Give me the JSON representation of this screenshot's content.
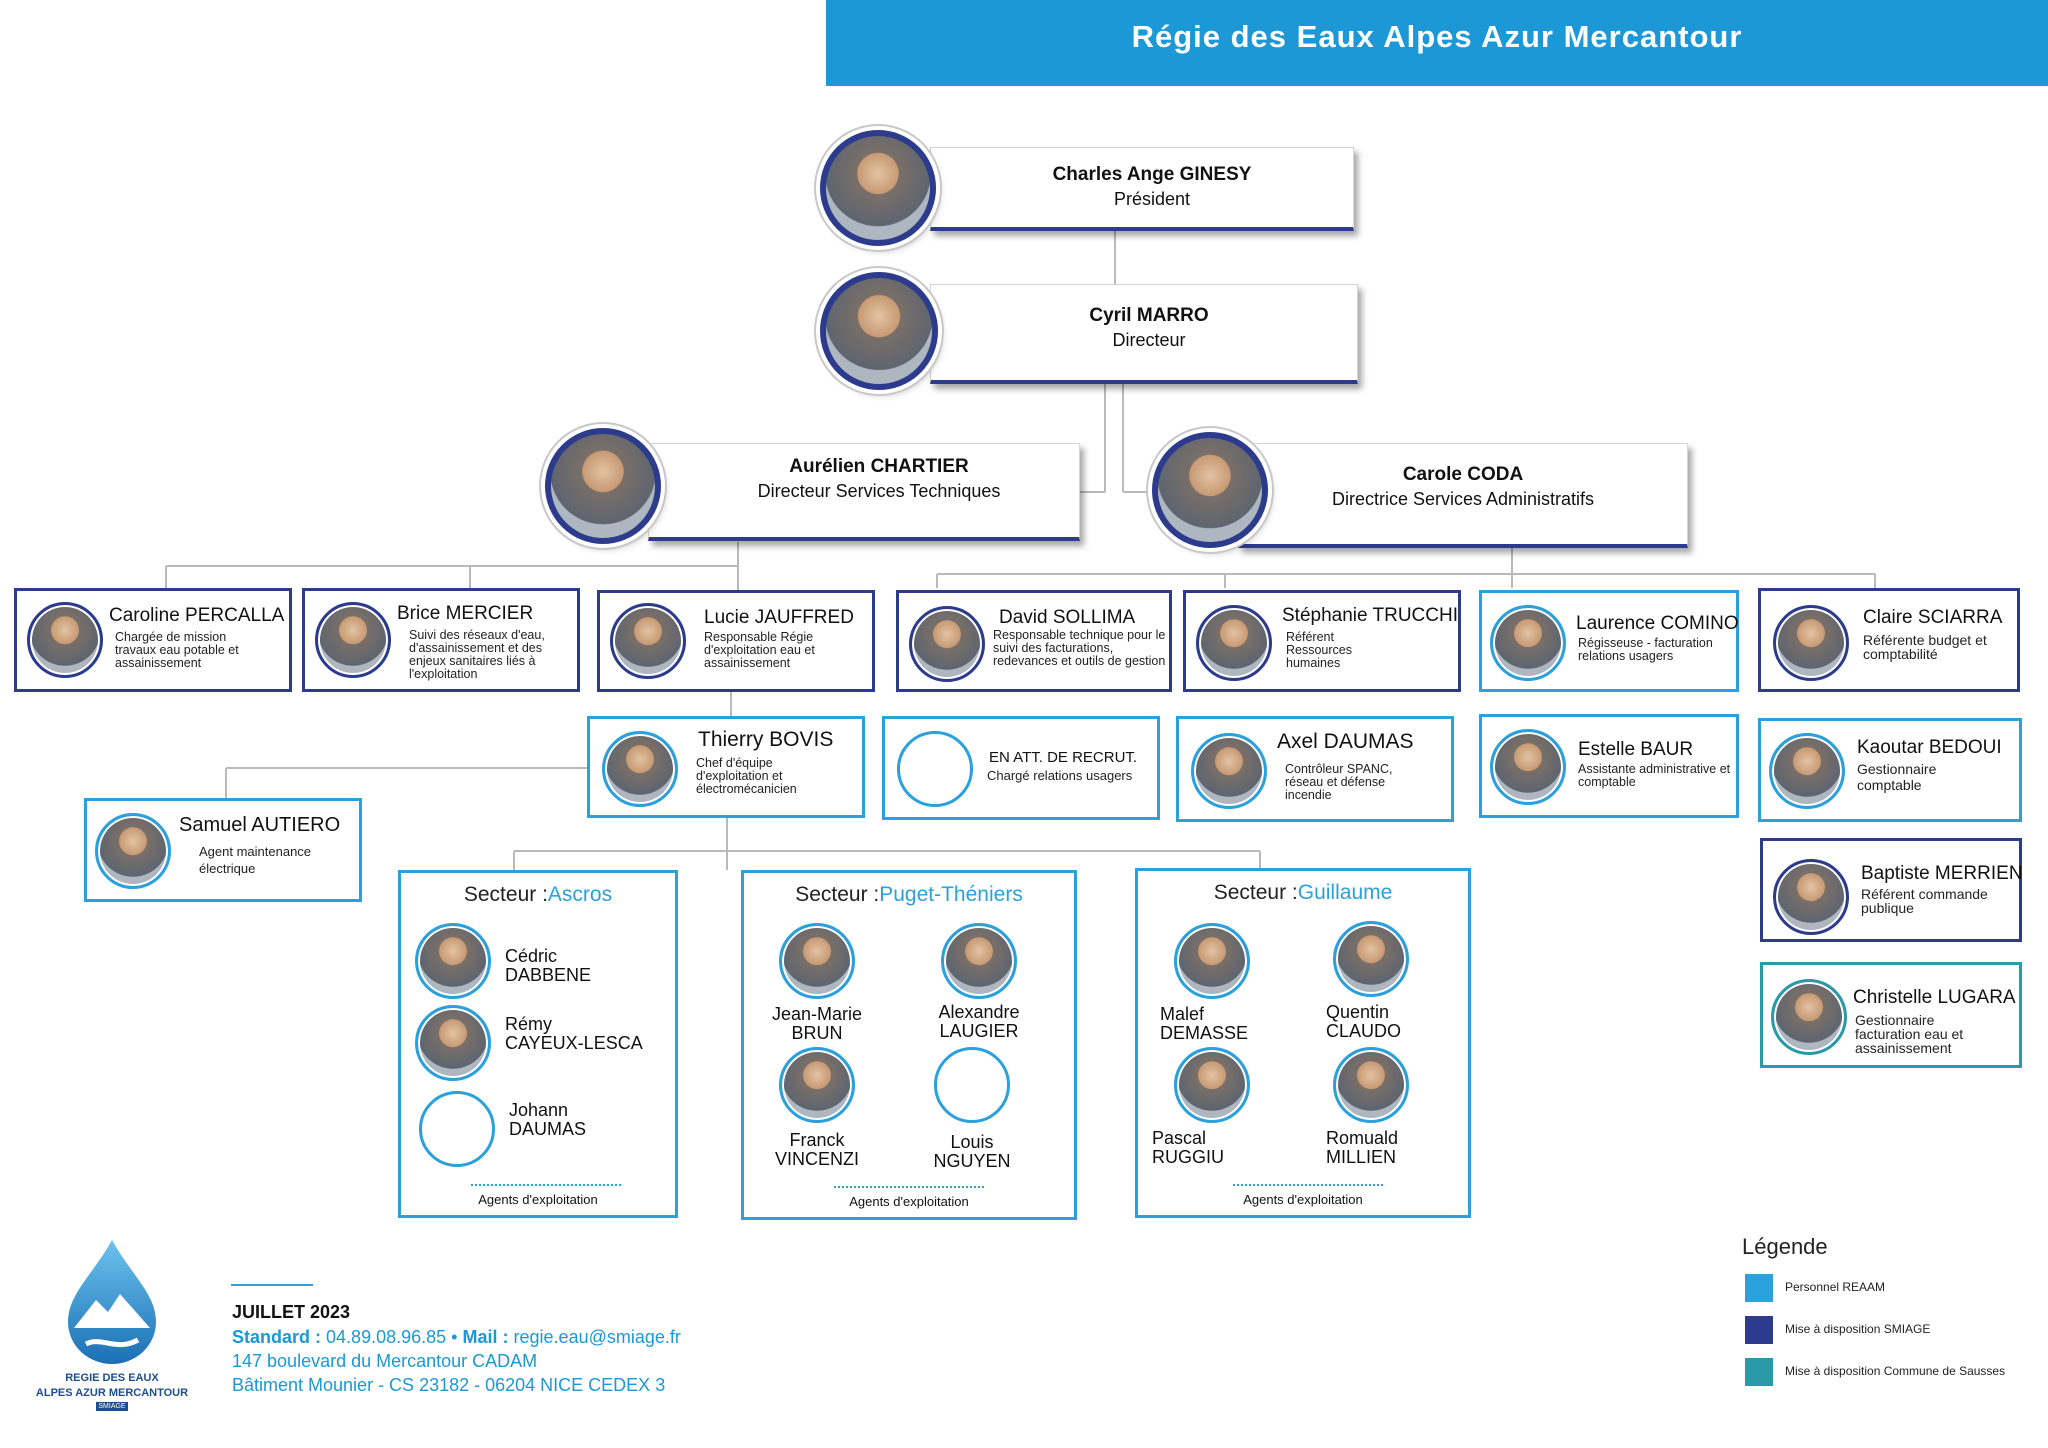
{
  "header": {
    "title": "Régie des Eaux Alpes Azur Mercantour"
  },
  "colors": {
    "reaam": "#2aa0dc",
    "smiage": "#2c3b8c",
    "sausses": "#2b9aa8"
  },
  "exec": [
    {
      "name": "Charles Ange GINESY",
      "title": "Président"
    },
    {
      "name": "Cyril MARRO",
      "title": "Directeur"
    },
    {
      "name": "Aurélien CHARTIER",
      "title": "Directeur Services Techniques"
    },
    {
      "name": "Carole CODA",
      "title": "Directrice Services Administratifs"
    }
  ],
  "staff": [
    {
      "name": "Caroline PERCALLA",
      "role": "Chargée de mission travaux eau potable et assainissement"
    },
    {
      "name": "Brice MERCIER",
      "role": "Suivi des réseaux d'eau, d'assainissement et des enjeux sanitaires liés à l'exploitation"
    },
    {
      "name": "Lucie JAUFFRED",
      "role": "Responsable Régie d'exploitation eau et assainissement"
    },
    {
      "name": "David SOLLIMA",
      "role": "Responsable technique pour le suivi des facturations, redevances et outils de gestion"
    },
    {
      "name": "Stéphanie TRUCCHI",
      "role": "Référent Ressources humaines"
    },
    {
      "name": "Laurence COMINO",
      "role": "Régisseuse - facturation relations usagers"
    },
    {
      "name": "Claire SCIARRA",
      "role": "Référente budget et comptabilité"
    },
    {
      "name": "Thierry BOVIS",
      "role": "Chef d'équipe d'exploitation et électromécanicien"
    },
    {
      "name": "EN ATT. DE RECRUT.",
      "role": "Chargé relations usagers"
    },
    {
      "name": "Axel DAUMAS",
      "role": "Contrôleur SPANC, réseau et défense incendie"
    },
    {
      "name": "Estelle BAUR",
      "role": "Assistante administrative et comptable"
    },
    {
      "name": "Kaoutar BEDOUI",
      "role": "Gestionnaire comptable"
    },
    {
      "name": "Samuel AUTIERO",
      "role": "Agent maintenance électrique"
    },
    {
      "name": "Baptiste MERRIEN",
      "role": "Référent commande publique"
    },
    {
      "name": "Christelle LUGARA",
      "role": "Gestionnaire facturation eau et assainissement"
    }
  ],
  "sectors": [
    {
      "prefix": "Secteur :",
      "name": "Ascros",
      "footer": "Agents d'exploitation",
      "agents": [
        {
          "first": "Cédric",
          "last": "DABBENE"
        },
        {
          "first": "Rémy",
          "last": "CAYEUX-LESCA"
        },
        {
          "first": "Johann",
          "last": "DAUMAS"
        }
      ]
    },
    {
      "prefix": "Secteur :",
      "name": "Puget-Théniers",
      "footer": "Agents d'exploitation",
      "agents": [
        {
          "first": "Jean-Marie",
          "last": "BRUN"
        },
        {
          "first": "Alexandre",
          "last": "LAUGIER"
        },
        {
          "first": "Franck",
          "last": "VINCENZI"
        },
        {
          "first": "Louis",
          "last": "NGUYEN"
        }
      ]
    },
    {
      "prefix": "Secteur :",
      "name": "Guillaume",
      "footer": "Agents d'exploitation",
      "agents": [
        {
          "first": "Malef",
          "last": "DEMASSE"
        },
        {
          "first": "Quentin",
          "last": "CLAUDO"
        },
        {
          "first": "Pascal",
          "last": "RUGGIU"
        },
        {
          "first": "Romuald",
          "last": "MILLIEN"
        }
      ]
    }
  ],
  "footer": {
    "date": "JUILLET 2023",
    "standard_label": "Standard :",
    "standard_value": "04.89.08.96.85",
    "separator": "•",
    "mail_label": "Mail :",
    "mail_value": "regie.eau@smiage.fr",
    "address1": "147 boulevard du Mercantour CADAM",
    "address2": "Bâtiment Mounier - CS 23182 - 06204 NICE CEDEX 3"
  },
  "logo": {
    "line1": "REGIE DES EAUX",
    "line2": "ALPES AZUR MERCANTOUR",
    "line3": "SMIAGE"
  },
  "legend": {
    "title": "Légende",
    "items": [
      {
        "label": "Personnel REAAM",
        "color": "#2aa0dc"
      },
      {
        "label": "Mise à disposition SMIAGE",
        "color": "#2c3b8c"
      },
      {
        "label": "Mise à disposition Commune de Sausses",
        "color": "#2b9aa8"
      }
    ]
  }
}
